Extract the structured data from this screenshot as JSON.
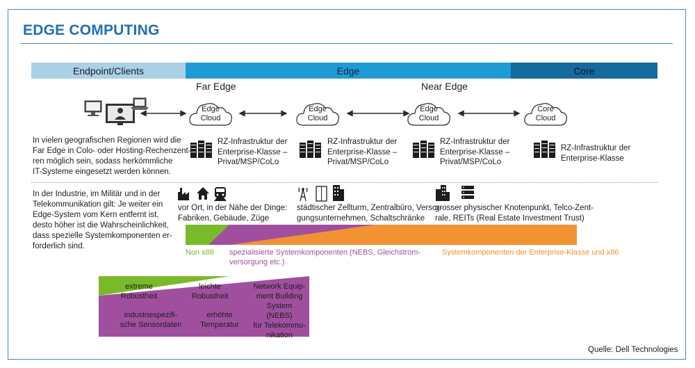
{
  "title": "EDGE COMPUTING",
  "bands": {
    "endpoint": "Endpoint/Clients",
    "edge": "Edge",
    "core": "Core"
  },
  "sublabels": {
    "far_edge": "Far Edge",
    "near_edge": "Near Edge"
  },
  "clouds": {
    "edge1": "Edge\nCloud",
    "edge2": "Edge\nCloud",
    "edge3": "Edge\nCloud",
    "core": "Core\nCloud"
  },
  "infra": {
    "n1": "RZ-Infrastruktur der\nEnterprise-Klasse –\nPrivat/MSP/CoLo",
    "n2": "RZ-Infrastruktur der\nEnterprise-Klasse –\nPrivat/MSP/CoLo",
    "n3": "RZ-Infrastruktur der\nEnterprise-Klasse –\nPrivat/MSP/CoLo",
    "n4": "RZ-Infrastruktur der\nEnterprise-Klasse"
  },
  "left_texts": {
    "regions": "In vielen geografischen Regionen wird die\nFar Edge in Colo- oder Hosting-Rechenzent-\nren möglich sein, sodass herkömmliche\nIT-Systeme eingesetzt werden können.",
    "industry": "In der Industrie, im Militär und in der\nTelekommunikation gilt: Je weiter ein\nEdge-System vom Kern entfernt ist,\ndesto höher ist die Wahrscheinlichkeit,\ndass spezielle Systemkomponenten er-\nforderlich sind."
  },
  "locations": {
    "onsite": "vor Ort, in der Nähe der Dinge:\nFabriken, Gebäude, Züge",
    "city": "städtischer Zellturm, Zentralbüro, Versor-\ngungsunternehmen, Schaltschränke",
    "large": "grosser physischer Knotenpunkt, Telco-Zent-\nrale, REITs (Real Estate Investment Trust)"
  },
  "components": {
    "non_x86": "Non x86",
    "specialized": "spezialisierte Systemkomponenten (NEBS, Gleichstrom-\nversorgung etc.)",
    "enterprise": "Systemkomponenten der Enterprise-Klasse und x86"
  },
  "requirements": {
    "extreme": "extreme\nRobustheit",
    "light": "leichte\nRobustheit",
    "nebs": "Network Equip-\nment Building\nSystem (NEBS)\nfür Telekommu-\nnikation",
    "sensor": "industriespezifi-\nsche Sensordaten",
    "temp": "erhöhte\nTemperatur"
  },
  "source": "Quelle: Dell Technologies",
  "colors": {
    "title": "#1f6fb3",
    "endpoint_band": "#a9d1e8",
    "edge_band": "#1f9ad6",
    "core_band": "#14699d",
    "green": "#7ab929",
    "purple": "#a04f9f",
    "orange": "#f39233"
  }
}
